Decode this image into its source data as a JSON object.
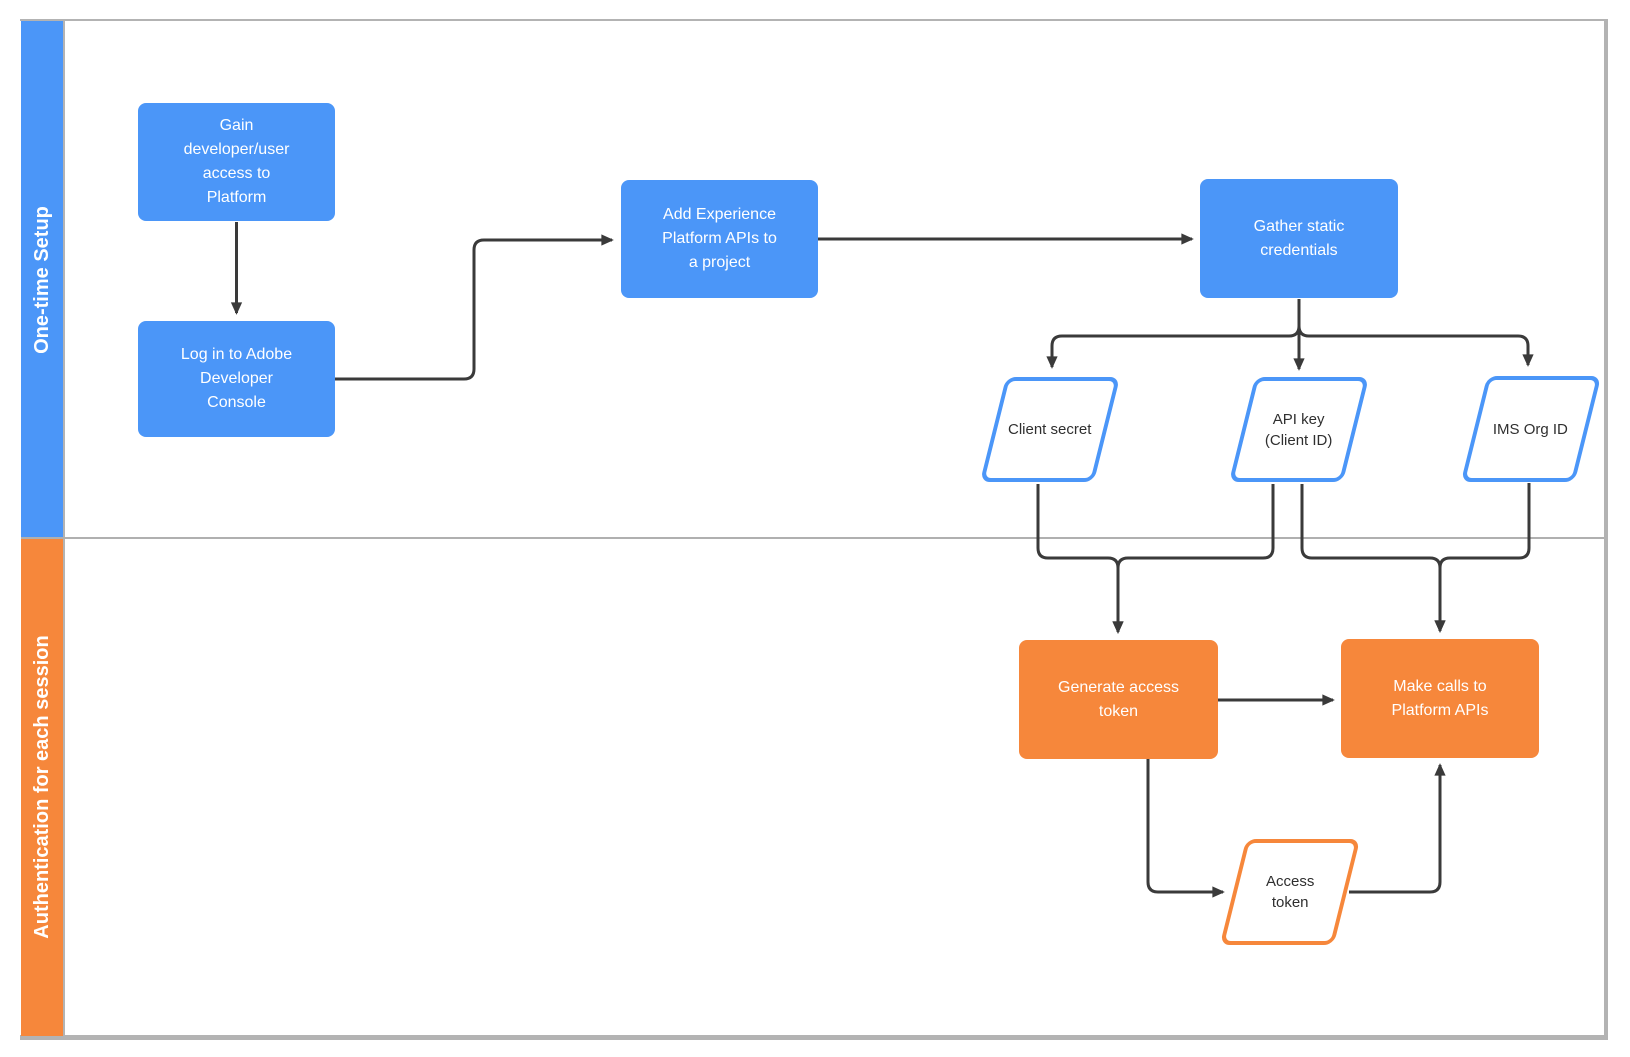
{
  "lanes": [
    {
      "id": "one_time_setup",
      "label": "One-time Setup",
      "color": "#4b96f8"
    },
    {
      "id": "auth_each_session",
      "label": "Authentication for each session",
      "color": "#f6873b"
    }
  ],
  "nodes": {
    "gain_access": {
      "label": "Gain\ndeveloper/user\naccess to\nPlatform",
      "shape": "process",
      "lane": "one_time_setup",
      "theme": "blue"
    },
    "login_console": {
      "label": "Log in to Adobe\nDeveloper\nConsole",
      "shape": "process",
      "lane": "one_time_setup",
      "theme": "blue"
    },
    "add_apis": {
      "label": "Add Experience\nPlatform APIs to\na project",
      "shape": "process",
      "lane": "one_time_setup",
      "theme": "blue"
    },
    "gather_credentials": {
      "label": "Gather static\ncredentials",
      "shape": "process",
      "lane": "one_time_setup",
      "theme": "blue"
    },
    "client_secret": {
      "label": "Client secret",
      "shape": "data",
      "lane": "one_time_setup",
      "theme": "blue"
    },
    "api_key": {
      "label": "API key\n(Client ID)",
      "shape": "data",
      "lane": "one_time_setup",
      "theme": "blue"
    },
    "ims_org_id": {
      "label": "IMS Org ID",
      "shape": "data",
      "lane": "one_time_setup",
      "theme": "blue"
    },
    "generate_token": {
      "label": "Generate access\ntoken",
      "shape": "process",
      "lane": "auth_each_session",
      "theme": "orange"
    },
    "make_calls": {
      "label": "Make calls to\nPlatform APIs",
      "shape": "process",
      "lane": "auth_each_session",
      "theme": "orange"
    },
    "access_token": {
      "label": "Access\ntoken",
      "shape": "data",
      "lane": "auth_each_session",
      "theme": "orange"
    }
  },
  "edges": [
    {
      "from": "gain_access",
      "to": "login_console"
    },
    {
      "from": "login_console",
      "to": "add_apis"
    },
    {
      "from": "add_apis",
      "to": "gather_credentials"
    },
    {
      "from": "gather_credentials",
      "to": "client_secret"
    },
    {
      "from": "gather_credentials",
      "to": "api_key"
    },
    {
      "from": "gather_credentials",
      "to": "ims_org_id"
    },
    {
      "from": "client_secret",
      "to": "generate_token"
    },
    {
      "from": "api_key",
      "to": "generate_token"
    },
    {
      "from": "api_key",
      "to": "make_calls"
    },
    {
      "from": "ims_org_id",
      "to": "make_calls"
    },
    {
      "from": "generate_token",
      "to": "make_calls"
    },
    {
      "from": "generate_token",
      "to": "access_token"
    },
    {
      "from": "access_token",
      "to": "make_calls"
    }
  ],
  "colors": {
    "process_blue": "#4b96f8",
    "process_orange": "#f6873b",
    "connector": "#3a3a3a",
    "frame_border": "#b3b3b3",
    "shape_text_dark": "#2f2f2f",
    "shape_text_light": "#ffffff"
  }
}
